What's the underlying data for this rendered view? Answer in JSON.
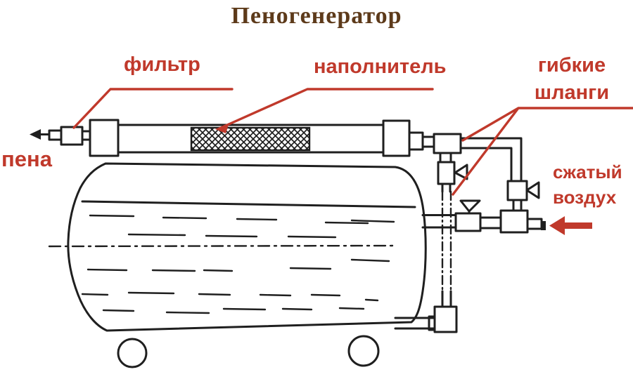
{
  "title": "Пеногенератор",
  "labels": {
    "filter": "фильтр",
    "filler": "наполнитель",
    "hoses_line1": "гибкие",
    "hoses_line2": "шланги",
    "foam": "пена",
    "air_line1": "сжатый",
    "air_line2": "воздух"
  },
  "colors": {
    "label_red": "#c0392b",
    "title_brown": "#5d3a1a",
    "line_black": "#1f1f1f",
    "background": "#ffffff"
  },
  "icons": {
    "foam_outlet_arrow": "arrow-left-black",
    "air_inlet_arrow": "arrow-left-red"
  }
}
